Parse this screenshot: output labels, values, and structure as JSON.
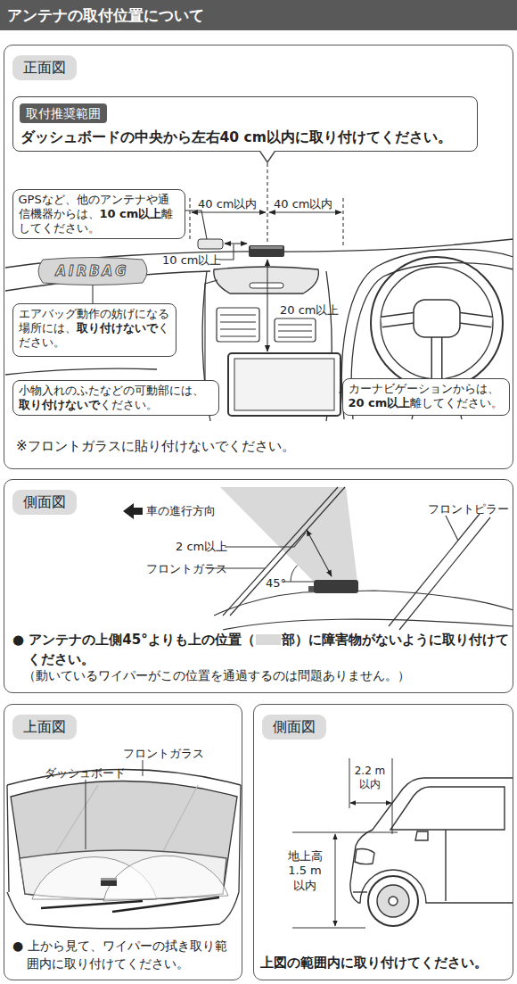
{
  "diagram": {
    "title": "アンテナの取付位置について",
    "nodes": [
      {
        "text": [
          "正面図"
        ]
      },
      {
        "text": [
          "取付推奨範囲",
          "ダッシュボードの中央から左右40 cm以内に取り付けてください。"
        ],
        "in": 0
      },
      {
        "text": [
          "GPSなど、他のアンテナや通信機器からは、10 cm以上離してください。"
        ],
        "in": 0
      },
      {
        "text": [
          "AIRBAG"
        ],
        "in": 0
      },
      {
        "text": [
          "エアバッグ動作の妨げになる場所には、取り付けないでください。"
        ],
        "in": 0
      },
      {
        "text": [
          "小物入れのふたなどの可動部には、取り付けないでください。"
        ],
        "in": 0
      },
      {
        "text": [
          "カーナビゲーションからは、20 cm以上離してください。"
        ],
        "in": 0
      },
      {
        "text": [
          "側面図"
        ]
      },
      {
        "text": [
          "上面図"
        ]
      },
      {
        "text": [
          "側面図"
        ]
      }
    ],
    "labels": [
      "40 cm以内",
      "40 cm以内",
      "10 cm以上",
      "20 cm以上",
      "※フロントガラスに貼り付けないでください。",
      "車の進行方向",
      "フロントピラー",
      "2 cm以上",
      "フロントガラス",
      "45°",
      "● アンテナの上側45°よりも上の位置（　　部）に障害物がないように取り付けてください。",
      "（動いているワイパーがこの位置を通過するのは問題ありません。）",
      "フロントガラス",
      "ダッシュボード",
      "● 上から見て、ワイパーの拭き取り範囲内に取り付けてください。",
      "2.2 m 以内",
      "地上高 1.5 m 以内",
      "上図の範囲内に取り付けてください。"
    ]
  }
}
